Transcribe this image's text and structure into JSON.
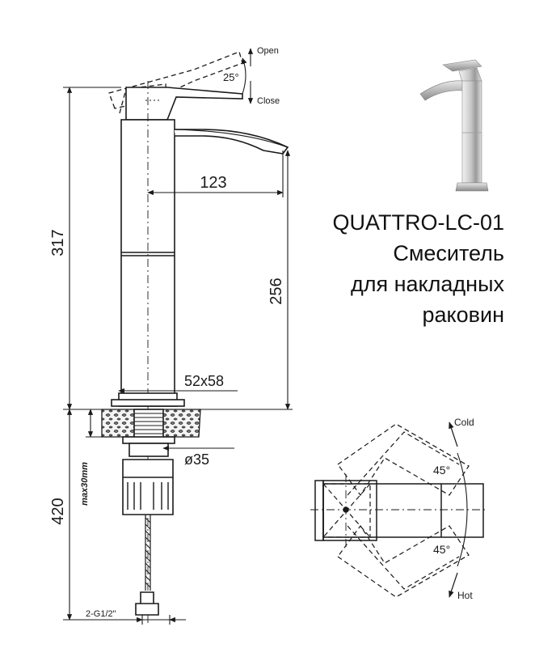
{
  "dimensions": {
    "height_total": "317",
    "spout_reach": "123",
    "spout_height": "256",
    "base_size": "52x58",
    "thread_diameter": "ø35",
    "hose_length": "420",
    "max_deck_thickness": "max30mm",
    "hose_connection": "2-G1/2\"",
    "lever_angle": "25°",
    "rotation_angle_cold": "45°",
    "rotation_angle_hot": "45°"
  },
  "labels": {
    "open": "Open",
    "close": "Close",
    "cold": "Cold",
    "hot": "Hot"
  },
  "product": {
    "model": "QUATTRO-LC-01",
    "line1": "Смеситель",
    "line2": "для накладных",
    "line3": "раковин"
  }
}
